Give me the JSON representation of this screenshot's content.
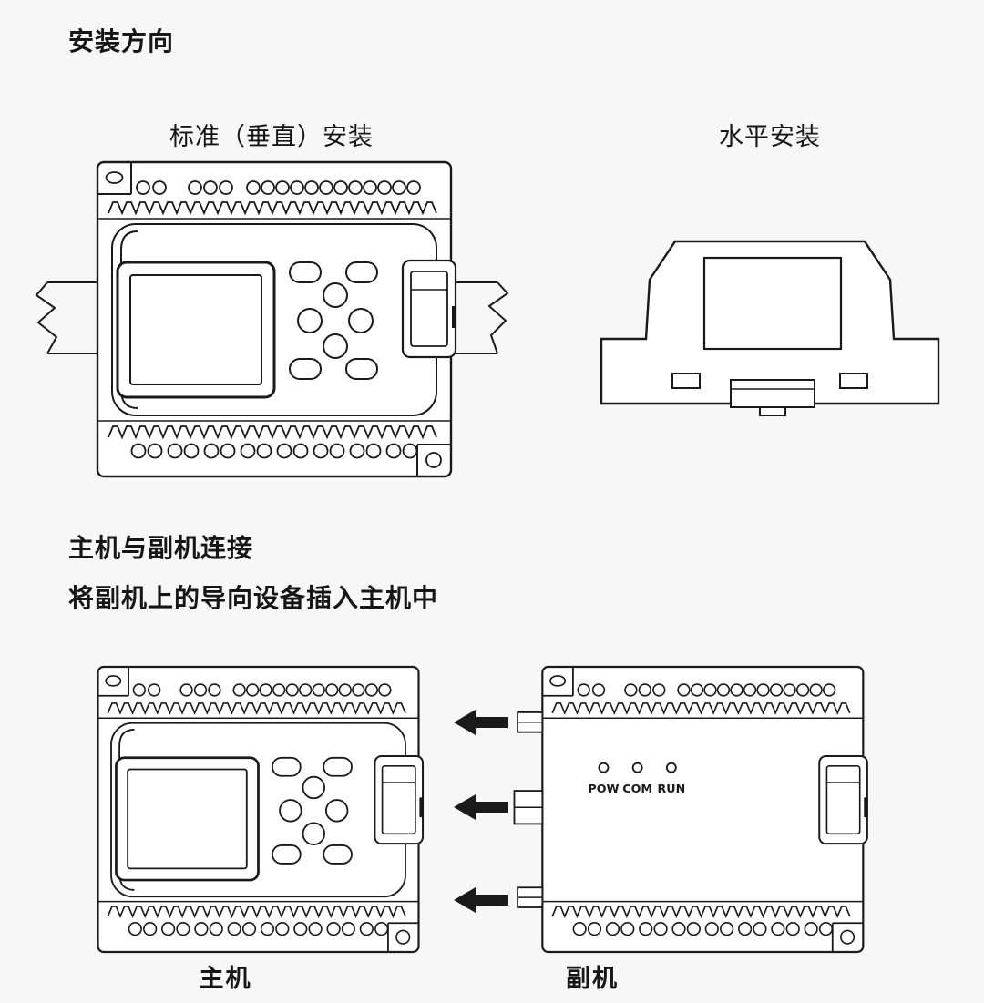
{
  "page": {
    "title": "安装方向",
    "background": "#f7f7f8",
    "line_color": "#1a1a1a"
  },
  "sections": {
    "vertical_label": "标准（垂直）安装",
    "horizontal_label": "水平安装",
    "connection_title": "主机与副机连接",
    "connection_instruction": "将副机上的导向设备插入主机中",
    "main_unit_label": "主机",
    "secondary_unit_label": "副机"
  },
  "secondary_unit": {
    "led_labels": [
      "POW",
      "COM",
      "RUN"
    ]
  }
}
